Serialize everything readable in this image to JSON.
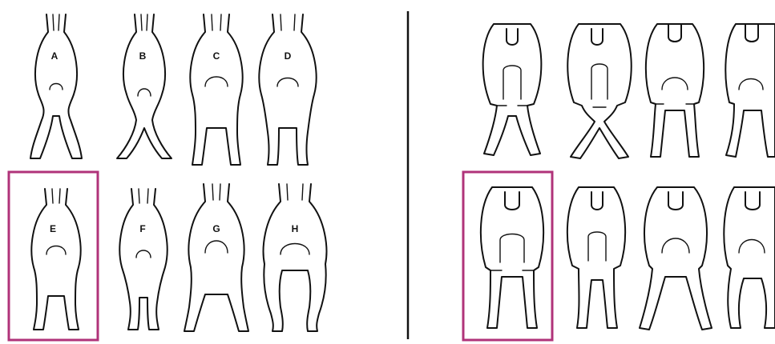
{
  "rear_view": {
    "labels": [
      "A",
      "B",
      "C",
      "D",
      "E",
      "F",
      "G",
      "H"
    ],
    "highlighted": "E"
  },
  "front_view": {
    "highlighted_index": 4
  },
  "colors": {
    "ink": "#111111",
    "highlight": "#b0337a",
    "background": "#ffffff"
  }
}
